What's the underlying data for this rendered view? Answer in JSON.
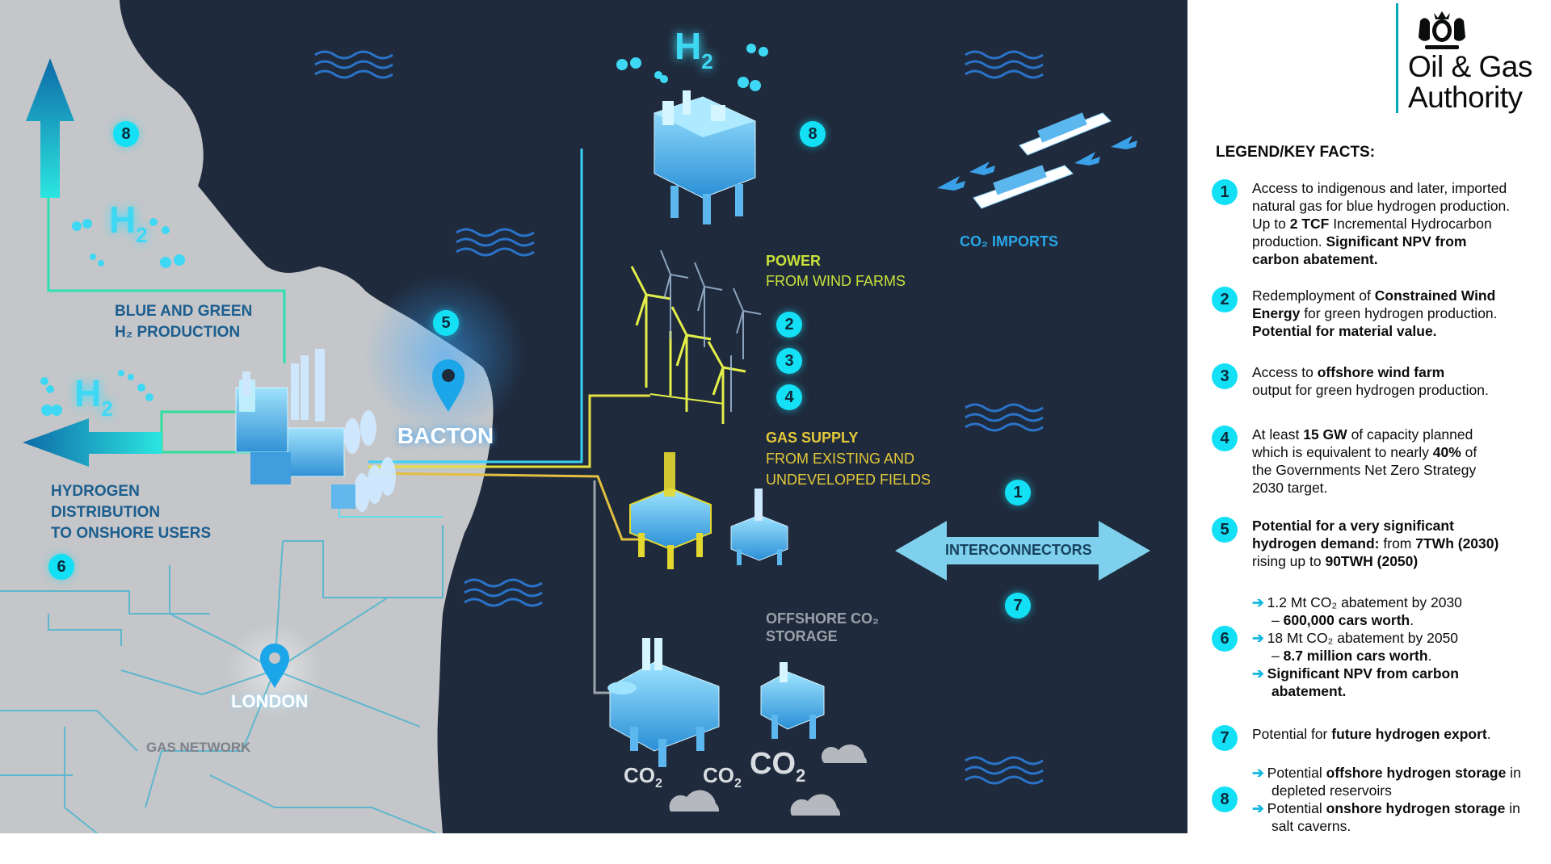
{
  "brand": {
    "logo_text": "Oil & Gas\nAuthority",
    "accent_color": "#00a8b8"
  },
  "map": {
    "labels": {
      "blue_green": "BLUE AND GREEN",
      "h2_production": "H₂ PRODUCTION",
      "hydrogen_distribution": "HYDROGEN\nDISTRIBUTION\nTO ONSHORE USERS",
      "bacton": "BACTON",
      "london": "LONDON",
      "gas_network": "GAS NETWORK",
      "power": "POWER",
      "from_wind_farms": "FROM WIND FARMS",
      "gas_supply": "GAS SUPPLY",
      "from_existing_fields": "FROM EXISTING AND\nUNDEVELOPED FIELDS",
      "offshore_co2_storage": "OFFSHORE CO₂\nSTORAGE",
      "co2_imports": "CO₂ IMPORTS",
      "interconnectors": "INTERCONNECTORS",
      "h2": "H",
      "h2_sub": "2",
      "co2": "CO",
      "co2_sub": "2"
    },
    "badges": {
      "b8_left": "8",
      "b8_top": "8",
      "b5": "5",
      "b6": "6",
      "b2": "2",
      "b3": "3",
      "b4": "4",
      "b1": "1",
      "b7": "7"
    },
    "colors": {
      "sea": "#1f2a3c",
      "land": "#c4c6c9",
      "cyan": "#13e0f5",
      "green_line": "#2ee0a0",
      "yellow_line": "#e3d830",
      "power_label": "#c8e23a",
      "gas_label": "#e4c93a"
    }
  },
  "legend": {
    "title": "LEGEND/KEY FACTS:",
    "items": [
      {
        "num": "1",
        "lines": [
          {
            "parts": [
              {
                "t": "Access to indigenous and later, imported"
              }
            ]
          },
          {
            "parts": [
              {
                "t": "natural gas for blue hydrogen production."
              }
            ]
          },
          {
            "parts": [
              {
                "t": "Up to "
              },
              {
                "b": "2 TCF"
              },
              {
                "t": " Incremental Hydrocarbon"
              }
            ]
          },
          {
            "parts": [
              {
                "t": "production. "
              },
              {
                "b": "Significant NPV from"
              }
            ]
          },
          {
            "parts": [
              {
                "b": "carbon abatement."
              }
            ]
          }
        ]
      },
      {
        "num": "2",
        "lines": [
          {
            "parts": [
              {
                "t": "Redemployment of "
              },
              {
                "b": "Constrained Wind"
              }
            ]
          },
          {
            "parts": [
              {
                "b": "Energy"
              },
              {
                "t": " for green hydrogen production."
              }
            ]
          },
          {
            "parts": [
              {
                "b": "Potential for material value."
              }
            ]
          }
        ]
      },
      {
        "num": "3",
        "lines": [
          {
            "parts": [
              {
                "t": "Access to "
              },
              {
                "b": "offshore wind farm"
              }
            ]
          },
          {
            "parts": [
              {
                "t": "output for green hydrogen production."
              }
            ]
          }
        ]
      },
      {
        "num": "4",
        "lines": [
          {
            "parts": [
              {
                "t": "At least "
              },
              {
                "b": "15 GW"
              },
              {
                "t": " of capacity planned"
              }
            ]
          },
          {
            "parts": [
              {
                "t": "which is equivalent to nearly "
              },
              {
                "b": "40%"
              },
              {
                "t": " of"
              }
            ]
          },
          {
            "parts": [
              {
                "t": "the Governments Net Zero Strategy"
              }
            ]
          },
          {
            "parts": [
              {
                "t": "2030 target."
              }
            ]
          }
        ]
      },
      {
        "num": "5",
        "lines": [
          {
            "parts": [
              {
                "b": "Potential for a very significant"
              }
            ]
          },
          {
            "parts": [
              {
                "b": "hydrogen demand:"
              },
              {
                "t": " from "
              },
              {
                "b": "7TWh (2030)"
              }
            ]
          },
          {
            "parts": [
              {
                "t": "rising up to "
              },
              {
                "b": "90TWH (2050)"
              }
            ]
          }
        ]
      },
      {
        "num": "6",
        "lines": [
          {
            "arrow": "➔",
            "parts": [
              {
                "t": "1.2 Mt CO₂ abatement by 2030"
              }
            ]
          },
          {
            "cont": true,
            "parts": [
              {
                "t": "– "
              },
              {
                "b": "600,000 cars worth"
              },
              {
                "t": "."
              }
            ]
          },
          {
            "arrow": "➔",
            "parts": [
              {
                "t": "18 Mt CO₂ abatement by 2050"
              }
            ]
          },
          {
            "cont": true,
            "parts": [
              {
                "t": "– "
              },
              {
                "b": "8.7 million cars worth"
              },
              {
                "t": "."
              }
            ]
          },
          {
            "arrow": "➔",
            "parts": [
              {
                "b": "Significant NPV from carbon"
              }
            ]
          },
          {
            "cont": true,
            "parts": [
              {
                "b": "abatement."
              }
            ]
          }
        ]
      },
      {
        "num": "7",
        "lines": [
          {
            "parts": [
              {
                "t": "Potential for "
              },
              {
                "b": "future hydrogen export"
              },
              {
                "t": "."
              }
            ]
          }
        ]
      },
      {
        "num": "8",
        "lines": [
          {
            "arrow": "➔",
            "parts": [
              {
                "t": "Potential "
              },
              {
                "b": "offshore hydrogen storage"
              },
              {
                "t": " in"
              }
            ]
          },
          {
            "cont": true,
            "parts": [
              {
                "t": "depleted reservoirs"
              }
            ]
          },
          {
            "arrow": "➔",
            "parts": [
              {
                "t": "Potential "
              },
              {
                "b": "onshore hydrogen storage"
              },
              {
                "t": " in"
              }
            ]
          },
          {
            "cont": true,
            "parts": [
              {
                "t": "salt caverns."
              }
            ]
          }
        ]
      }
    ]
  }
}
